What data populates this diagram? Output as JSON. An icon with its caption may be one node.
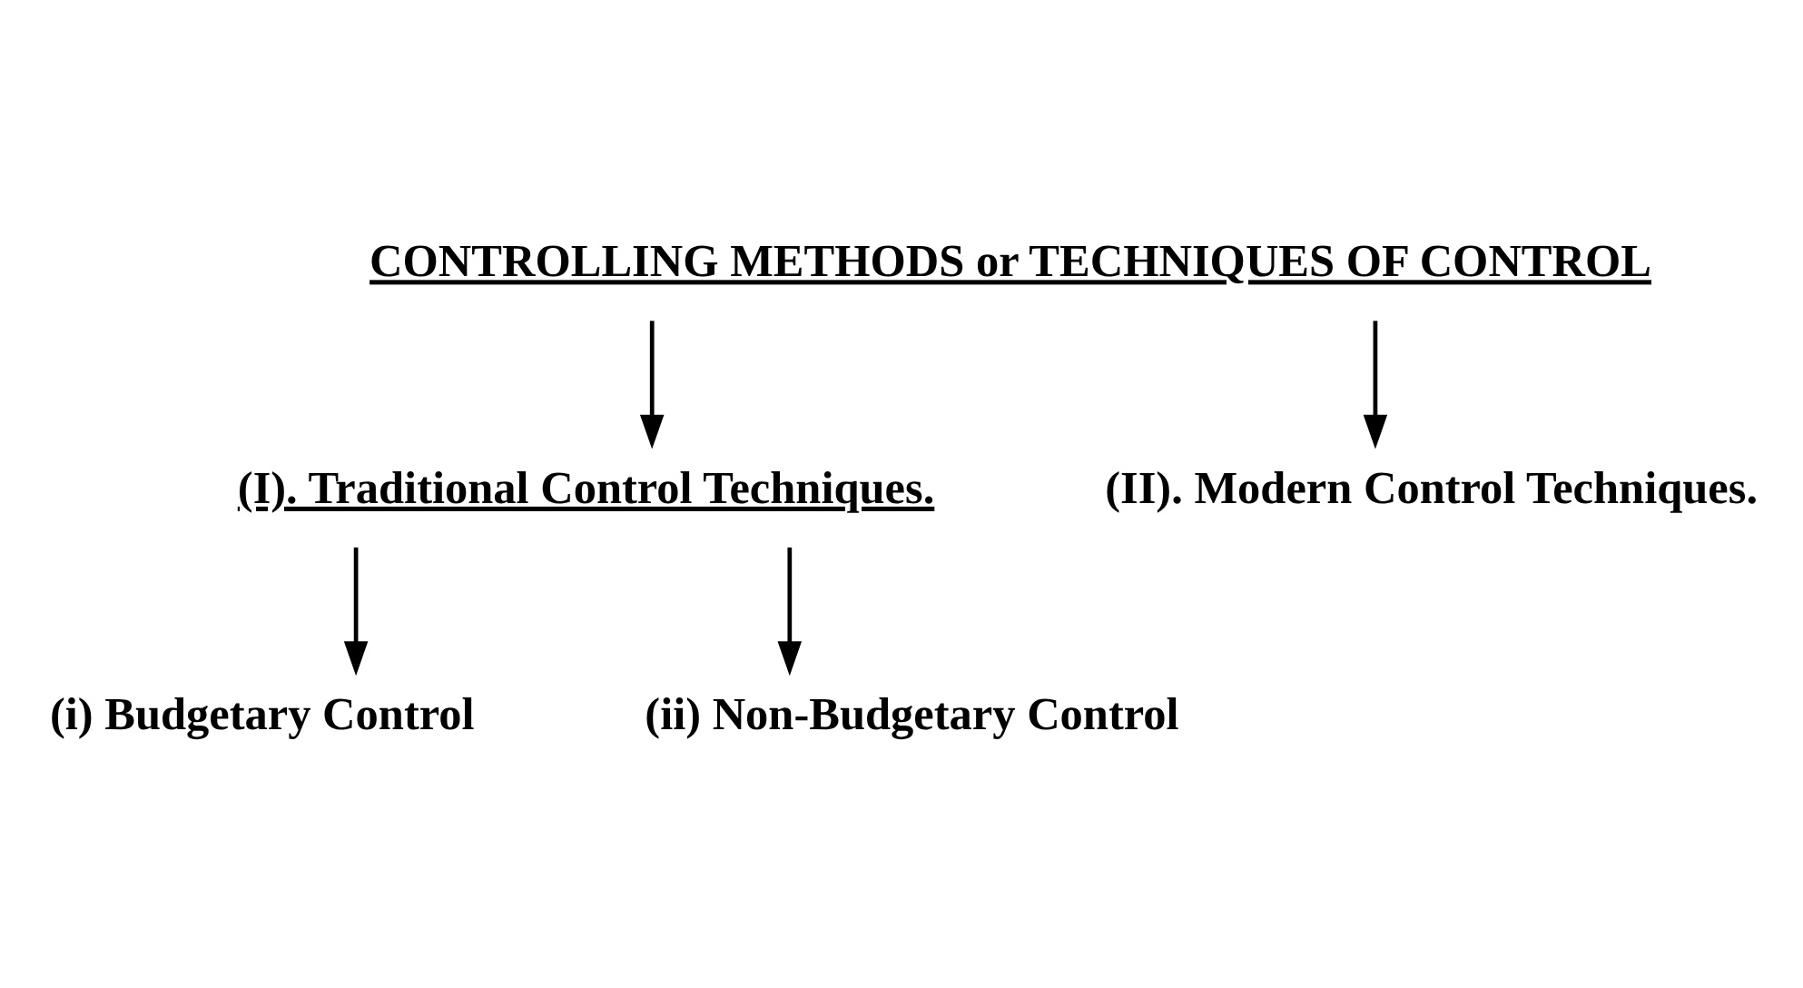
{
  "diagram": {
    "nodes": [
      {
        "text": [
          "CONTROLLING METHODS or TECHNIQUES OF CONTROL"
        ]
      },
      {
        "text": [
          "(I). Traditional Control Techniques."
        ]
      },
      {
        "text": [
          "(i) Budgetary Control"
        ]
      },
      {
        "text": [
          "(ii) Non-Budgetary Control"
        ]
      },
      {
        "text": [
          "(II). Modern Control Techniques."
        ]
      }
    ],
    "edges": [
      {
        "from": 0,
        "to": 1,
        "arrow": "to"
      },
      {
        "from": 0,
        "to": 4,
        "arrow": "to"
      },
      {
        "from": 1,
        "to": 2,
        "arrow": "to"
      },
      {
        "from": 1,
        "to": 3,
        "arrow": "to"
      }
    ]
  }
}
